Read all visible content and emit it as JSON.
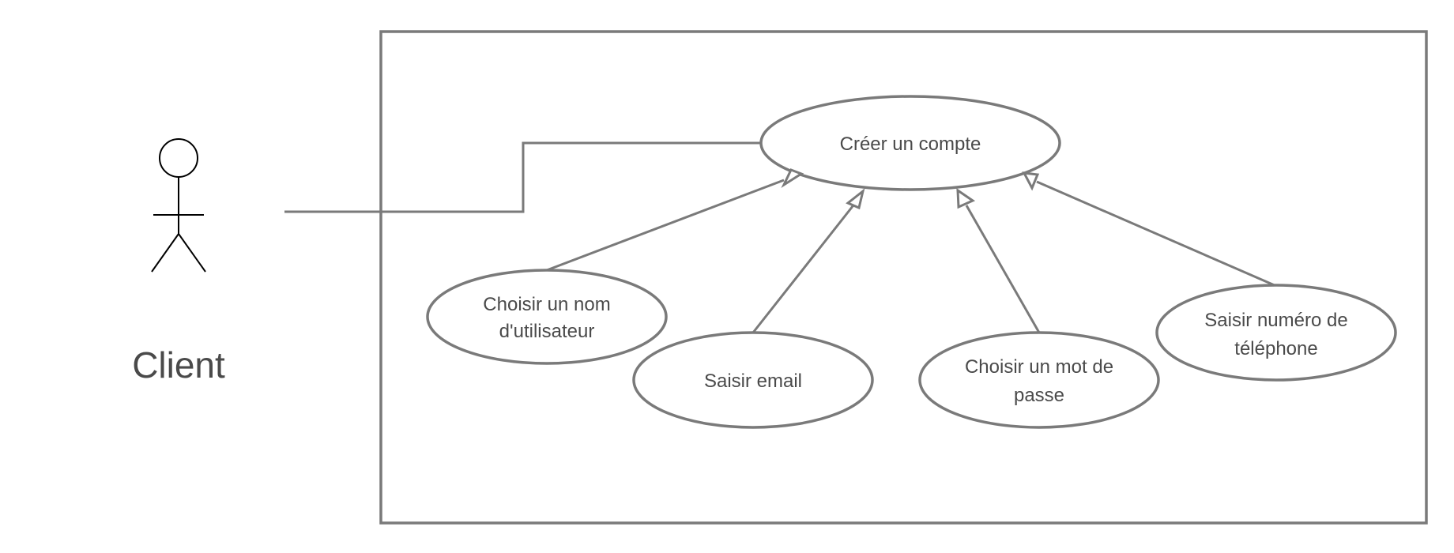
{
  "actor": {
    "name": "Client"
  },
  "use_cases": {
    "main": {
      "label": "Créer un compte"
    },
    "username": {
      "line1": "Choisir un nom",
      "line2": "d'utilisateur"
    },
    "email": {
      "label": "Saisir email"
    },
    "password": {
      "line1": "Choisir un mot de",
      "line2": "passe"
    },
    "phone": {
      "line1": "Saisir numéro de",
      "line2": "téléphone"
    }
  },
  "colors": {
    "stroke": "#7a7a7a",
    "text": "#4a4a4a",
    "actor_stroke": "#000000",
    "background": "#ffffff"
  }
}
